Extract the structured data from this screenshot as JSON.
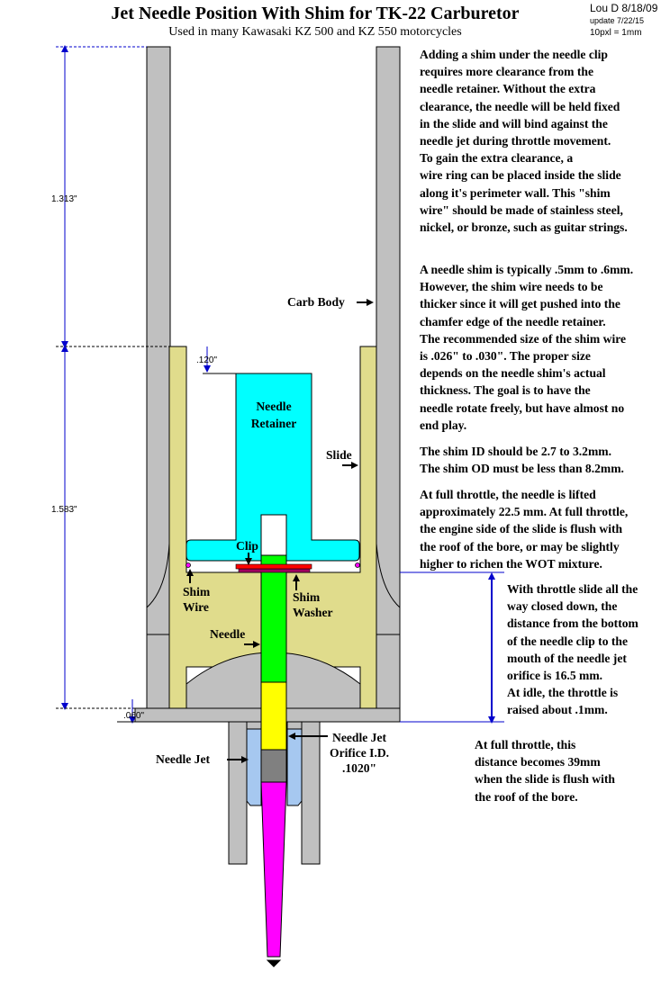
{
  "title": "Jet Needle Position With Shim for TK-22 Carburetor",
  "subtitle": "Used in many Kawasaki KZ 500 and KZ 550 motorcycles",
  "author_note": "Lou D 8/18/09",
  "update_note": "update 7/22/15",
  "scale_note": "10pxl = 1mm",
  "paragraphs": [
    "Adding a shim under the needle clip\nrequires more clearance from the\nneedle retainer.  Without the extra\nclearance, the needle will be held fixed\nin the slide and will bind against the\nneedle jet during throttle movement.\nTo gain the extra clearance, a\nwire ring can be placed inside the slide\nalong it's perimeter wall. This \"shim\nwire\" should be made of stainless steel,\nnickel, or bronze, such as guitar strings.",
    "A needle shim is typically .5mm to .6mm.\nHowever, the shim wire needs to be\nthicker since it will get pushed into the\nchamfer edge of the needle retainer.\nThe recommended size of the shim wire\nis .026\" to .030\".  The proper size\ndepends on the needle shim's actual\nthickness.  The goal is to have the\nneedle rotate freely, but have almost no\nend play.",
    "The shim ID should be 2.7 to 3.2mm.\nThe shim OD must be less than 8.2mm.",
    "At full throttle, the needle is lifted\napproximately 22.5 mm. At full throttle,\nthe engine side of the slide is flush with\nthe roof of the bore, or may be slightly\nhigher to richen the WOT mixture.",
    "With throttle slide all the\nway closed down, the\ndistance from the bottom\nof the needle clip to the\nmouth of the needle jet\norifice is 16.5 mm.\nAt idle, the throttle is\nraised about .1mm.",
    "At full throttle, this\ndistance becomes 39mm\nwhen the slide is flush with\nthe roof of the bore."
  ],
  "labels": {
    "carb_body": "Carb Body",
    "needle_retainer": "Needle\nRetainer",
    "slide": "Slide",
    "clip": "Clip",
    "shim_wire": "Shim\nWire",
    "shim_washer": "Shim\nWasher",
    "needle": "Needle",
    "needle_jet": "Needle Jet",
    "needle_jet_orifice": "Needle Jet\nOrifice I.D.\n.1020\""
  },
  "dimensions": {
    "top_span": "1.313\"",
    "slide_offset": ".120\"",
    "slide_span": "1.583\"",
    "jet_offset": ".060\""
  },
  "colors": {
    "carb_body": "#c0c0c0",
    "slide": "#e0dc8c",
    "needle_retainer": "#00ffff",
    "needle_green": "#00ff00",
    "needle_yellow": "#ffff00",
    "needle_gray": "#808080",
    "needle_magenta": "#ff00ff",
    "needle_jet": "#a6c8f0",
    "clip": "#ff0000",
    "shim_washer": "#a00060",
    "dimension_lines": "#0000cc"
  }
}
